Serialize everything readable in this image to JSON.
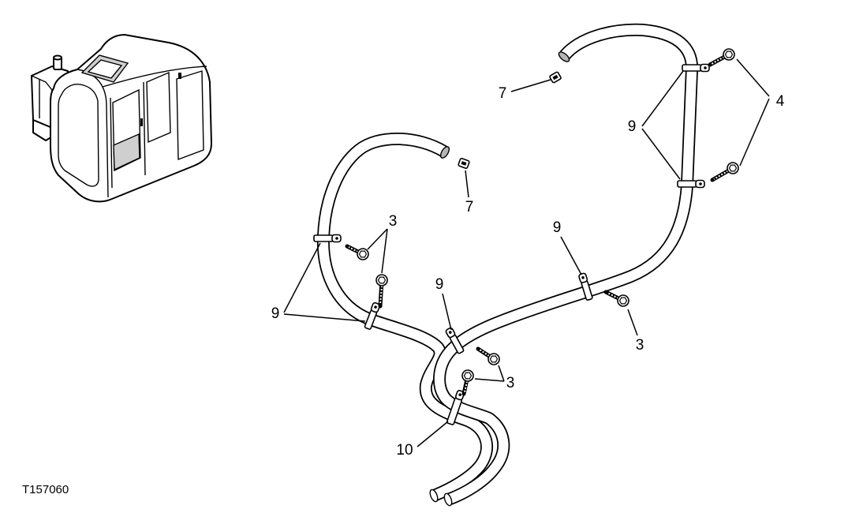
{
  "figure": {
    "id": "T157060"
  },
  "callouts": {
    "clip_upper": "7",
    "bolts_right": "4",
    "clamps_right": "9",
    "clip_middle": "7",
    "bolts_left": "3",
    "clamps_left": "9",
    "clamp_center": "9",
    "clamp_mid_right": "9",
    "bolt_mid_right": "3",
    "bolts_lower": "3",
    "clamp_bundle": "10"
  },
  "colors": {
    "ink": "#000000",
    "paper": "#ffffff",
    "hose_end": "#b5b5b5"
  }
}
